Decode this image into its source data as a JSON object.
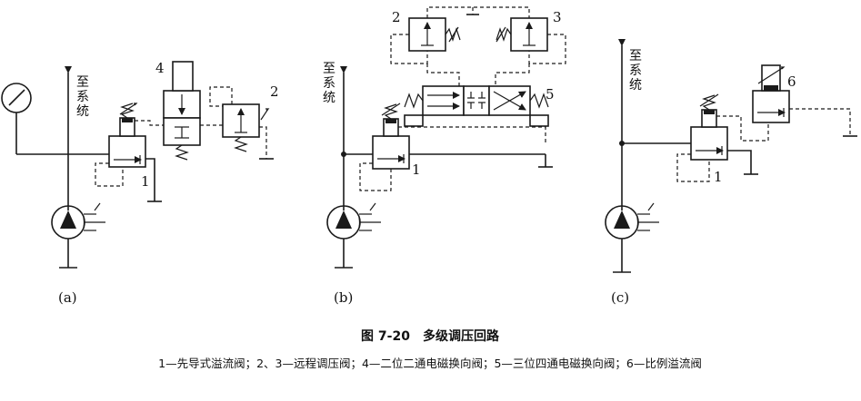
{
  "labels": {
    "system": [
      "至",
      "系",
      "统"
    ],
    "panel_a": "(a)",
    "panel_b": "(b)",
    "panel_c": "(c)",
    "n1": "1",
    "n2": "2",
    "n3": "3",
    "n4": "4",
    "n5": "5",
    "n6": "6"
  },
  "caption": {
    "title": "图 7-20　多级调压回路",
    "legend": "1—先导式溢流阀；2、3—远程调压阀；4—二位二通电磁换向阀；5—三位四通电磁换向阀；6—比例溢流阀"
  }
}
